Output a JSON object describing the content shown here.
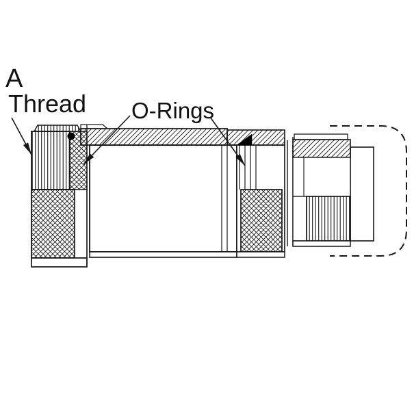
{
  "labels": {
    "a": "A",
    "thread": "Thread",
    "o_rings": "O-Rings"
  },
  "colors": {
    "line": "#161616",
    "background": "#ffffff",
    "o_ring_fill": "#000000"
  }
}
